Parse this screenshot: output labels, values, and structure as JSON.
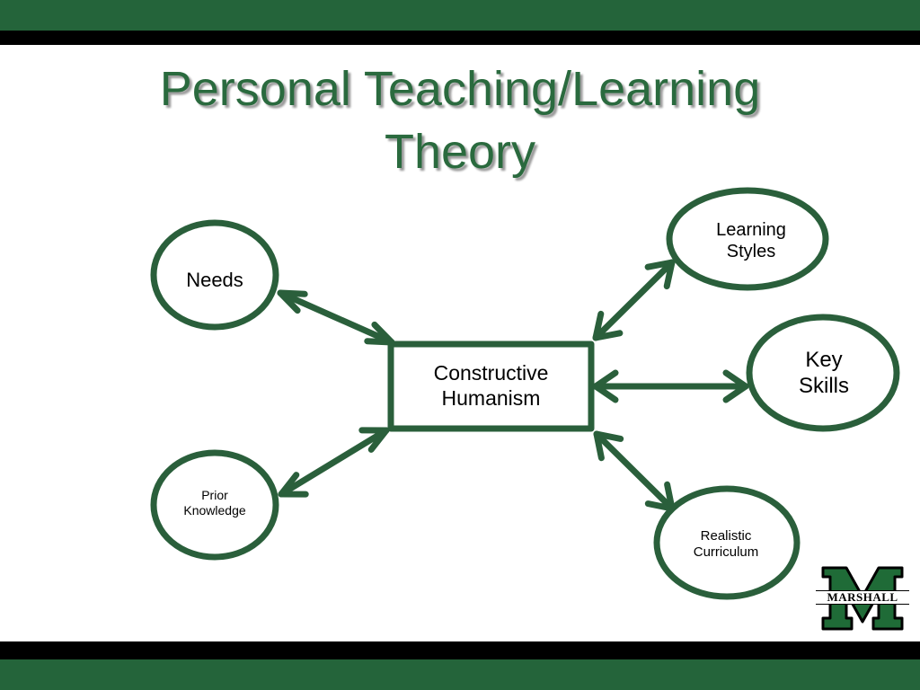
{
  "slide": {
    "title_line1": "Personal Teaching/Learning",
    "title_line2": "Theory"
  },
  "colors": {
    "brand_green": "#24643a",
    "title_green": "#2a6a3e",
    "diagram_green": "#2a5f3b"
  },
  "diagram": {
    "center": {
      "line1": "Constructive",
      "line2": "Humanism"
    },
    "nodes": {
      "needs": {
        "line1": "Needs"
      },
      "prior_knowledge": {
        "line1": "Prior",
        "line2": "Knowledge"
      },
      "learning_styles": {
        "line1": "Learning",
        "line2": "Styles"
      },
      "key_skills": {
        "line1": "Key",
        "line2": "Skills"
      },
      "realistic_curriculum": {
        "line1": "Realistic",
        "line2": "Curriculum"
      }
    }
  },
  "logo": {
    "wordmark": "MARSHALL",
    "icon": "marshall-m-logo"
  }
}
